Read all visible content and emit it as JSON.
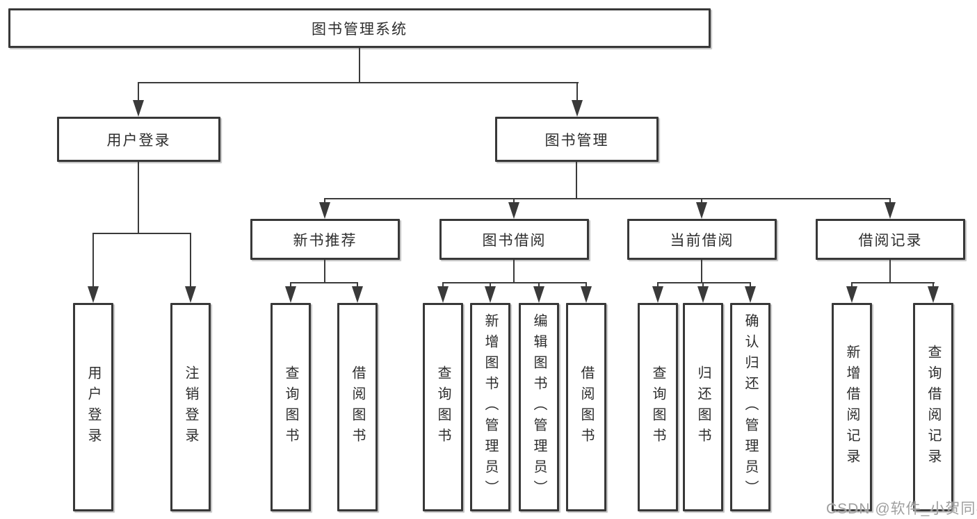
{
  "colors": {
    "line": "#3a3a3a",
    "box_border": "#383838",
    "text": "#2d2d2d",
    "watermark": "#9f9f9f",
    "background": "#ffffff"
  },
  "nodes": {
    "root": "图书管理系统",
    "login_group": "用户登录",
    "book_mgmt": "图书管理",
    "new_book_rec": "新书推荐",
    "book_borrow": "图书借阅",
    "current_borrow": "当前借阅",
    "borrow_records": "借阅记录",
    "user_login": "用户登录",
    "logout": "注销登录",
    "query_books_a": "查询图书",
    "borrow_books_a": "借阅图书",
    "query_books_b": "查询图书",
    "add_book_admin": "新增图书（管理员）",
    "edit_book_admin": "编辑图书（管理员）",
    "borrow_books_b": "借阅图书",
    "query_books_c": "查询图书",
    "return_book": "归还图书",
    "confirm_return_admin": "确认归还（管理员）",
    "add_borrow_record": "新增借阅记录",
    "query_borrow_record": "查询借阅记录"
  },
  "watermark": "CSDN @软件_小贺同学"
}
